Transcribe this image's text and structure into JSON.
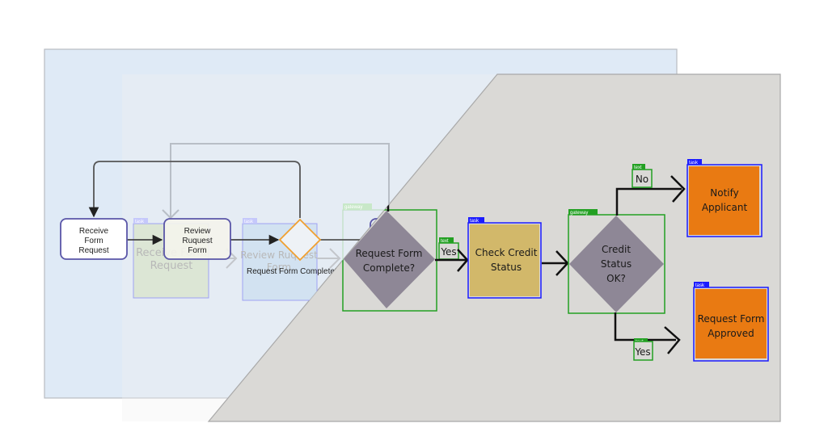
{
  "diagram": {
    "title": "Loan request process (digital vs. hand-drawn overlay)",
    "digital_layer": {
      "nodes": [
        {
          "id": "d-receive",
          "type": "task",
          "label_lines": [
            "Receive",
            "Form",
            "Request"
          ]
        },
        {
          "id": "d-review",
          "type": "task",
          "label_lines": [
            "Review",
            "Ruquest",
            "Form"
          ]
        },
        {
          "id": "d-gateway",
          "type": "gateway",
          "label": "Request Form Complete?"
        }
      ],
      "ghost_nodes": [
        {
          "tag": "task",
          "label_lines": [
            "Receive Form",
            "Request"
          ]
        },
        {
          "tag": "task",
          "label_lines": [
            "Review Ruquest",
            "Form"
          ]
        },
        {
          "tag": "gateway"
        }
      ]
    },
    "sketch_layer": {
      "nodes": [
        {
          "id": "s-gw1",
          "tag": "gateway",
          "label_lines": [
            "Request Form",
            "Complete?"
          ]
        },
        {
          "id": "s-check",
          "tag": "task",
          "label_lines": [
            "Check Credit",
            "Status"
          ]
        },
        {
          "id": "s-gw2",
          "tag": "gateway",
          "label_lines": [
            "Credit",
            "Status",
            "OK?"
          ]
        },
        {
          "id": "s-notify",
          "tag": "task",
          "label_lines": [
            "Notify",
            "Applicant"
          ]
        },
        {
          "id": "s-approved",
          "tag": "task",
          "label_lines": [
            "Request Form",
            "Approved"
          ]
        }
      ],
      "edge_labels": [
        {
          "tag": "text",
          "label": "Yes"
        },
        {
          "tag": "text",
          "label": "No"
        },
        {
          "tag": "text",
          "label": "Yes"
        }
      ]
    },
    "colors": {
      "digital_bg": "#dfeaf6",
      "sketch_bg": "#dad9d6",
      "task_border": "#5a56a8",
      "gateway_orange": "#f0a030",
      "sketch_diamond": "#8e8796",
      "check_task_fill": "#d2b86a",
      "orange_task_fill": "#e97a12",
      "detect_task": "#1a1aff",
      "detect_gateway": "#22a022",
      "detect_text": "#22a022"
    }
  }
}
